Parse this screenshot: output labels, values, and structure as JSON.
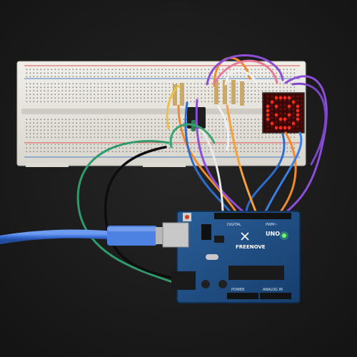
{
  "photo": {
    "colors": {
      "background": "#1b1b1b",
      "breadboard": "#ebe9e3",
      "rail_red": "#d9534f",
      "rail_blue": "#4a7fc0",
      "pcb": "#1f4f86",
      "usb_cable": "#3b6fd6",
      "led_on": "#ff2a1a",
      "led_off": "#3a0505"
    },
    "board": {
      "brand": "FREENOVE",
      "model": "UNO",
      "digital_label": "DIGITAL",
      "pwm_label": "PWM~",
      "power_label": "POWER",
      "analog_label": "ANALOG IN"
    }
  }
}
